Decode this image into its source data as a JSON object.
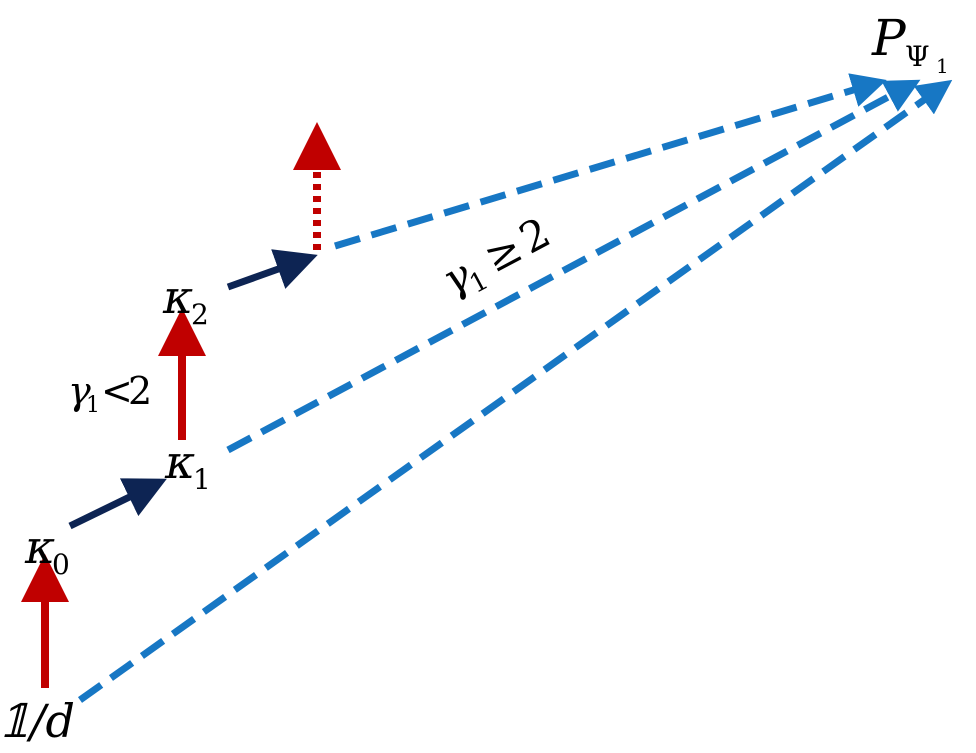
{
  "colors": {
    "red": "#c00000",
    "navy": "#0d2453",
    "blue": "#1777c4",
    "text": "#000000"
  },
  "labels": {
    "p_psi1": {
      "main": "P",
      "sub": "Ψ",
      "subsub": "1"
    },
    "kappa0": {
      "main": "κ",
      "sub": "0"
    },
    "kappa1": {
      "main": "κ",
      "sub": "1"
    },
    "kappa2": {
      "main": "κ",
      "sub": "2"
    },
    "one_over_d": {
      "text": "𝟙/d"
    },
    "gamma_lt": {
      "main": "γ",
      "sub": "1",
      "rel": "<",
      "val": "2"
    },
    "gamma_ge": {
      "main": "γ",
      "sub": "1",
      "rel": "≥",
      "val": "2"
    }
  }
}
